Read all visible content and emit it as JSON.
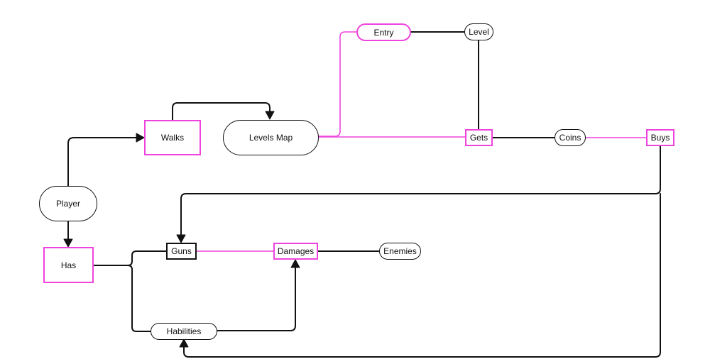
{
  "diagram": {
    "nodes": {
      "walks": "Walks",
      "levels_map": "Levels Map",
      "entry": "Entry",
      "level": "Level",
      "gets": "Gets",
      "coins": "Coins",
      "buys": "Buys",
      "player": "Player",
      "has": "Has",
      "guns": "Guns",
      "damages": "Damages",
      "enemies": "Enemies",
      "habilities": "Habilities"
    },
    "colors": {
      "pink_connector": "#ee44dd",
      "black_connector": "#111111",
      "background": "#ffffff"
    },
    "connections": [
      {
        "from": "Player",
        "to": "Walks",
        "style": "black-arrow"
      },
      {
        "from": "Player",
        "to": "Has",
        "style": "black-arrow"
      },
      {
        "from": "Walks",
        "to": "Levels Map",
        "style": "black-arrow"
      },
      {
        "from": "Levels Map",
        "to": "Entry",
        "style": "pink-line"
      },
      {
        "from": "Levels Map",
        "to": "Gets",
        "style": "pink-line"
      },
      {
        "from": "Entry",
        "to": "Level",
        "style": "black-line"
      },
      {
        "from": "Level",
        "to": "Gets",
        "style": "black-line"
      },
      {
        "from": "Gets",
        "to": "Coins",
        "style": "black-line"
      },
      {
        "from": "Coins",
        "to": "Buys",
        "style": "pink-line"
      },
      {
        "from": "Buys",
        "to": "Guns",
        "style": "black-arrow"
      },
      {
        "from": "Buys",
        "to": "Habilities",
        "style": "black-arrow"
      },
      {
        "from": "Has",
        "to": "Guns",
        "style": "black-bracket"
      },
      {
        "from": "Has",
        "to": "Habilities",
        "style": "black-bracket"
      },
      {
        "from": "Guns",
        "to": "Damages",
        "style": "pink-line"
      },
      {
        "from": "Damages",
        "to": "Enemies",
        "style": "black-line"
      },
      {
        "from": "Habilities",
        "to": "Damages",
        "style": "black-arrow"
      }
    ]
  }
}
